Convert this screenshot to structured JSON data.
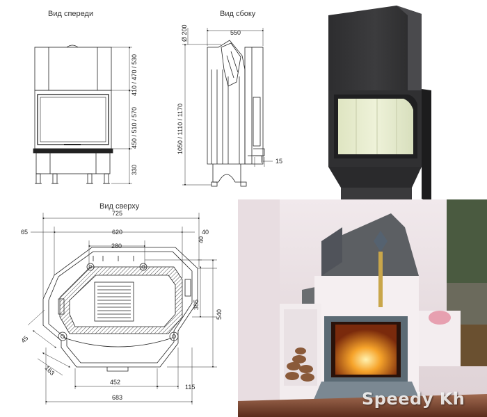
{
  "views": {
    "front": "Вид спереди",
    "side": "Вид сбоку",
    "top": "Вид сверху"
  },
  "front_dims": {
    "upper": "410 / 470 / 530",
    "middle": "450 / 510 / 570",
    "lower": "330"
  },
  "side_dims": {
    "width": "550",
    "flue": "Ø 200",
    "height": "1050 / 1110 / 1170",
    "offset": "15"
  },
  "top_dims": {
    "d725": "725",
    "d620": "620",
    "d280": "280",
    "d65": "65",
    "d40a": "40",
    "d40b": "40",
    "d385": "385",
    "d540": "540",
    "d45": "45",
    "d163": "163",
    "d452": "452",
    "d115": "115",
    "d683": "683"
  },
  "watermark": "Speedy Kh",
  "colors": {
    "line": "#222222",
    "hatch": "#555555",
    "steel": "#3a3a3c",
    "glass": "#e9eecf",
    "wall": "#efe7ea",
    "fire": "#f39a1d"
  }
}
